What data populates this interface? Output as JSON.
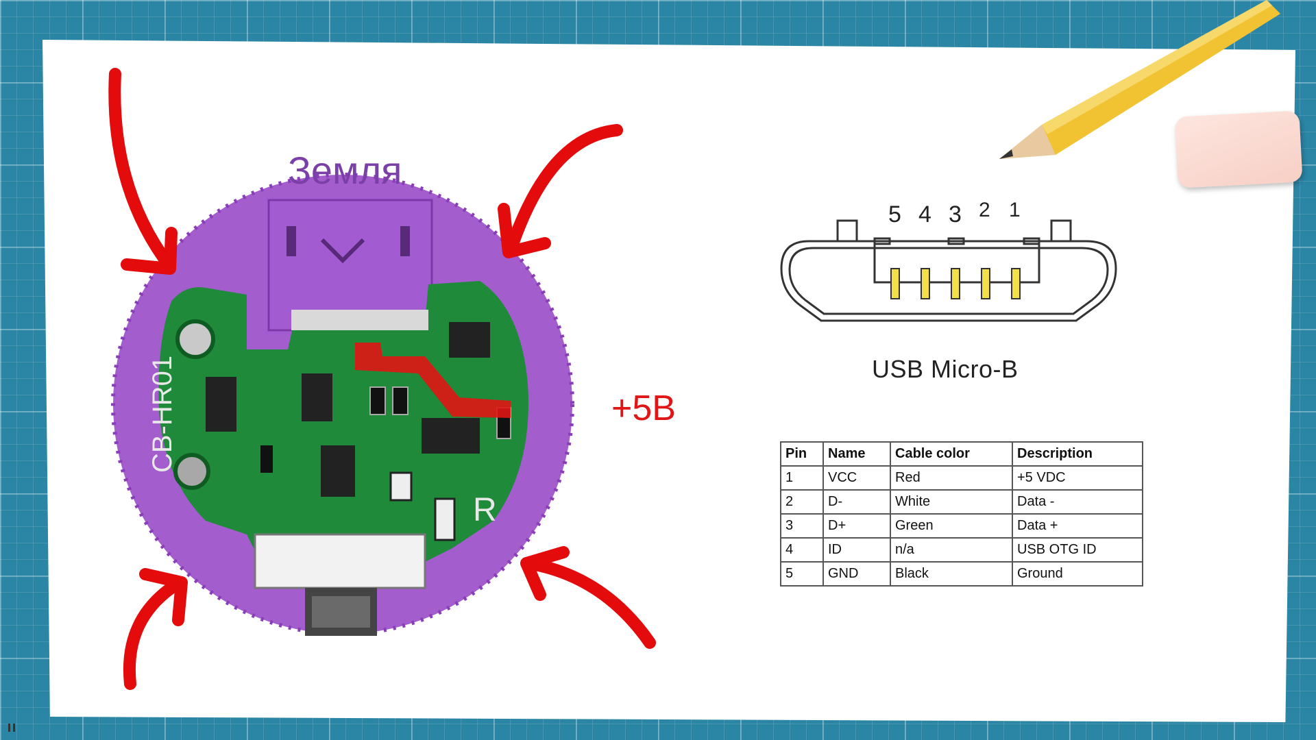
{
  "labels": {
    "ground": "Земля",
    "plus5v": "+5В"
  },
  "connector": {
    "caption": "USB Micro-B",
    "pin_numbers": [
      "5",
      "4",
      "3",
      "2",
      "1"
    ]
  },
  "pinout_table": {
    "headers": [
      "Pin",
      "Name",
      "Cable color",
      "Description"
    ],
    "rows": [
      [
        "1",
        "VCC",
        "Red",
        "+5 VDC"
      ],
      [
        "2",
        "D-",
        "White",
        "Data -"
      ],
      [
        "3",
        "D+",
        "Green",
        "Data +"
      ],
      [
        "4",
        "ID",
        "n/a",
        "USB OTG ID"
      ],
      [
        "5",
        "GND",
        "Black",
        "Ground"
      ]
    ]
  },
  "colors": {
    "ground_highlight": "#9b4fc9",
    "plus5_highlight": "#e01515",
    "pcb_green": "#1f8a3a",
    "arrow_red": "#e30b0b"
  },
  "icons": [
    "pencil-icon",
    "eraser-icon",
    "red-arrow-icon",
    "pcb-photo"
  ]
}
